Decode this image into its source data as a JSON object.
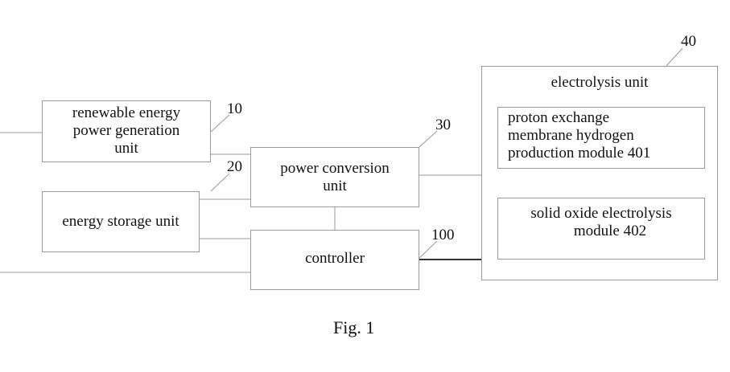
{
  "diagram": {
    "renewable": {
      "line1": "renewable energy",
      "line2": "power generation",
      "line3": "unit",
      "ref": "10"
    },
    "storage": {
      "label": "energy storage unit",
      "ref": "20"
    },
    "power_conversion": {
      "line1": "power conversion",
      "line2": "unit",
      "ref": "30"
    },
    "controller": {
      "label": "controller",
      "ref": "100"
    },
    "electrolysis": {
      "title": "electrolysis unit",
      "ref": "40",
      "pem": {
        "line1": "proton exchange",
        "line2": "membrane hydrogen",
        "line3": "production module 401"
      },
      "soec": {
        "line1": "solid oxide electrolysis",
        "line2": "module  402"
      }
    }
  },
  "caption": "Fig. 1",
  "colors": {
    "line": "#9a9a9a",
    "text": "#111111",
    "thick_line": "#333333"
  }
}
